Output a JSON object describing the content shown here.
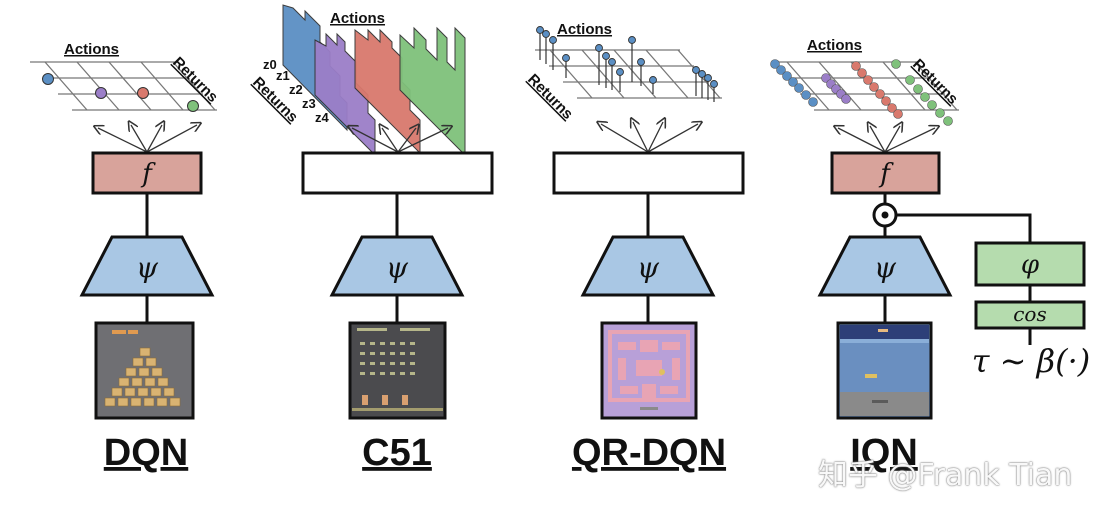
{
  "models": [
    {
      "name": "DQN",
      "net_label": "f",
      "encoder_label": "ψ",
      "top": {
        "actions": "Actions",
        "returns": "Returns"
      }
    },
    {
      "name": "C51",
      "net_label": "",
      "encoder_label": "ψ",
      "top": {
        "actions": "Actions",
        "returns": "Returns",
        "atoms": [
          "z0",
          "z1",
          "z2",
          "z3",
          "z4"
        ]
      }
    },
    {
      "name": "QR-DQN",
      "net_label": "",
      "encoder_label": "ψ",
      "top": {
        "actions": "Actions",
        "returns": "Returns"
      }
    },
    {
      "name": "IQN",
      "net_label": "f",
      "encoder_label": "ψ",
      "top": {
        "actions": "Actions",
        "returns": "Returns"
      }
    }
  ],
  "iqn_extra": {
    "phi_label": "φ",
    "cos_label": "cos",
    "sampling_label": "τ ∼ β(·)",
    "product_symbol": "⊙"
  },
  "watermark": "知乎 @Frank Tian",
  "colors": {
    "net_fill": "#d8a39b",
    "encoder_fill": "#a9c7e4",
    "iqn_embed_fill": "#b5dcae",
    "blue": "#5b8fc4",
    "purple": "#9b7ec8",
    "red": "#d9796d",
    "green": "#7fc17b"
  }
}
